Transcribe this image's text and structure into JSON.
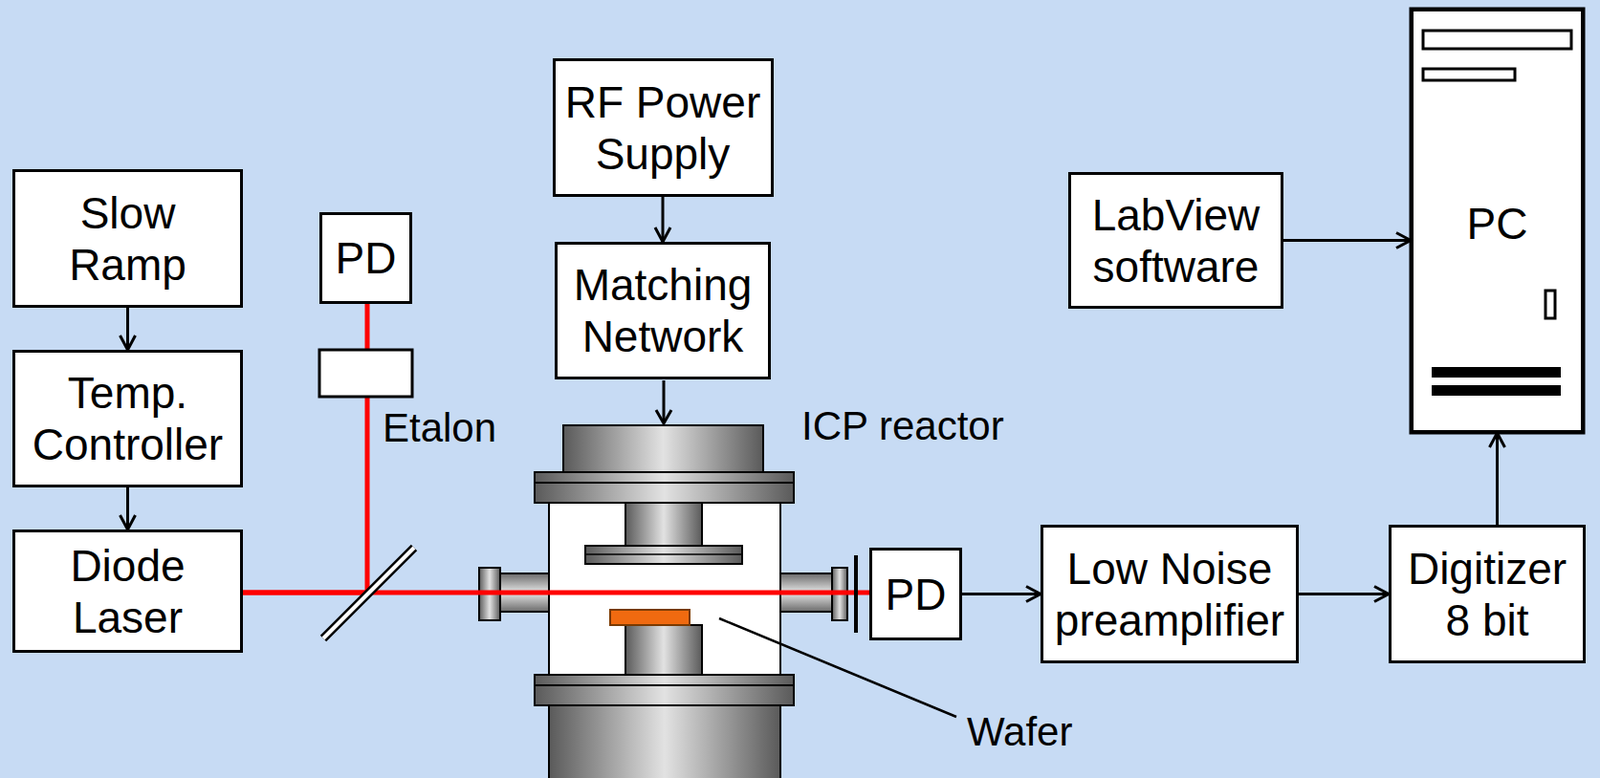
{
  "diagram": {
    "nodes": [
      {
        "text": [
          "Slow Ramp"
        ]
      },
      {
        "text": [
          "Temp. Controller"
        ]
      },
      {
        "text": [
          "Diode Laser"
        ]
      },
      {
        "text": [
          "PD"
        ]
      },
      {
        "text": [
          "RF Power Supply"
        ]
      },
      {
        "text": [
          "Matching Network"
        ]
      },
      {
        "text": [
          "PD"
        ]
      },
      {
        "text": [
          "Low Noise preamplifier"
        ]
      },
      {
        "text": [
          "LabView software"
        ]
      },
      {
        "text": [
          "PC"
        ]
      },
      {
        "text": [
          "Digitizer 8 bit"
        ]
      }
    ],
    "edges": [
      {
        "from": 0,
        "to": 1,
        "arrow": "to"
      },
      {
        "from": 1,
        "to": 2,
        "arrow": "to"
      },
      {
        "from": 2,
        "to": 3,
        "arrow": "none"
      },
      {
        "from": 2,
        "to": 6,
        "arrow": "none"
      },
      {
        "from": 4,
        "to": 5,
        "arrow": "to"
      },
      {
        "from": 6,
        "to": 7,
        "arrow": "to"
      },
      {
        "from": 7,
        "to": 10,
        "arrow": "to"
      },
      {
        "from": 8,
        "to": 9,
        "arrow": "to"
      },
      {
        "from": 10,
        "to": 9,
        "arrow": "to"
      }
    ],
    "labels": [
      "Etalon",
      "ICP reactor",
      "Wafer"
    ]
  }
}
